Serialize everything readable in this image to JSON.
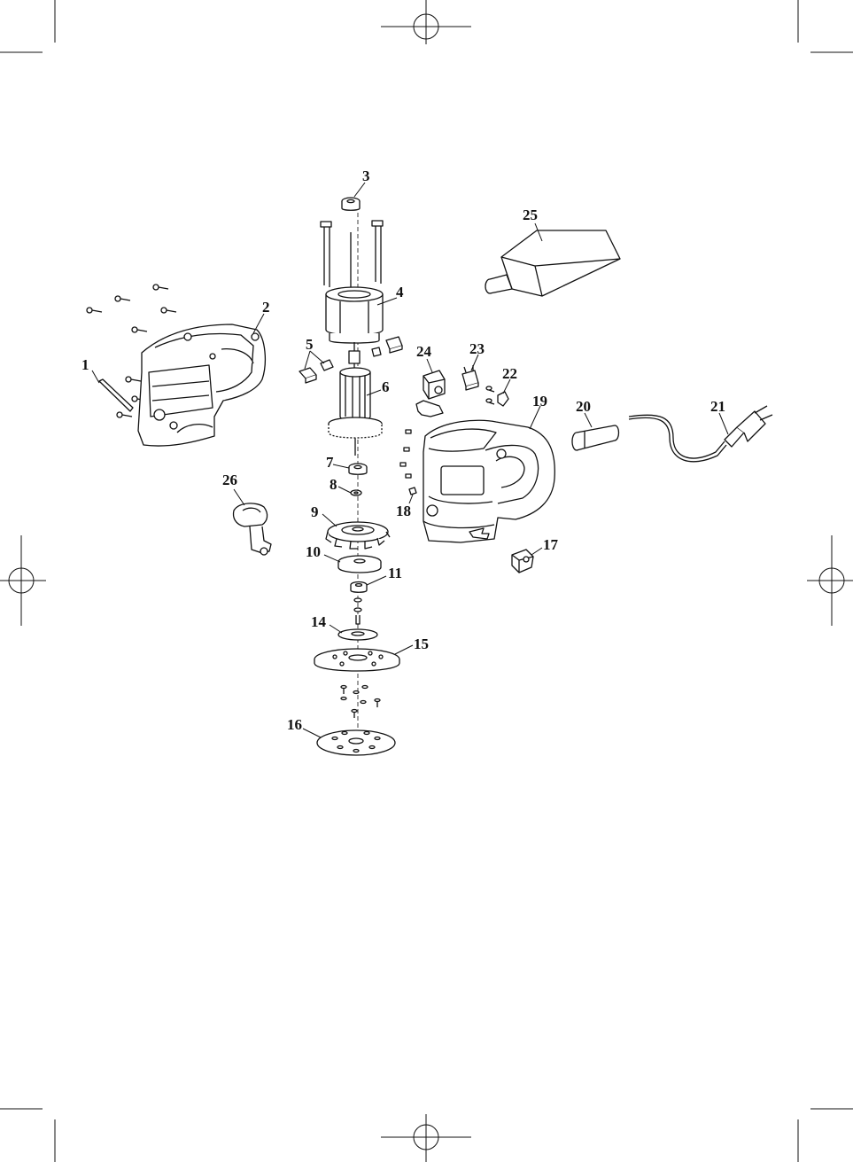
{
  "diagram": {
    "type": "exploded-parts-view",
    "subject": "random orbit sander",
    "line_color": "#111111",
    "fill_color": "#ffffff",
    "part_numbers": [
      "1",
      "2",
      "3",
      "4",
      "5",
      "6",
      "7",
      "8",
      "9",
      "10",
      "11",
      "14",
      "15",
      "16",
      "17",
      "18",
      "19",
      "20",
      "21",
      "22",
      "23",
      "24",
      "25",
      "26"
    ],
    "parts": [
      {
        "number": "1",
        "depicts": "housing screw"
      },
      {
        "number": "2",
        "depicts": "left housing half"
      },
      {
        "number": "3",
        "depicts": "bearing"
      },
      {
        "number": "4",
        "depicts": "stator"
      },
      {
        "number": "5",
        "depicts": "carbon brushes"
      },
      {
        "number": "6",
        "depicts": "armature"
      },
      {
        "number": "7",
        "depicts": "bearing"
      },
      {
        "number": "8",
        "depicts": "washer"
      },
      {
        "number": "9",
        "depicts": "fan"
      },
      {
        "number": "10",
        "depicts": "counterweight"
      },
      {
        "number": "11",
        "depicts": "bearing"
      },
      {
        "number": "14",
        "depicts": "brake ring"
      },
      {
        "number": "15",
        "depicts": "backing pad"
      },
      {
        "number": "16",
        "depicts": "sanding disc"
      },
      {
        "number": "17",
        "depicts": "dust port adapter"
      },
      {
        "number": "18",
        "depicts": "pin"
      },
      {
        "number": "19",
        "depicts": "right housing half"
      },
      {
        "number": "20",
        "depicts": "cord protector"
      },
      {
        "number": "21",
        "depicts": "power cord with plug"
      },
      {
        "number": "22",
        "depicts": "cord clamp"
      },
      {
        "number": "23",
        "depicts": "capacitor"
      },
      {
        "number": "24",
        "depicts": "switch"
      },
      {
        "number": "25",
        "depicts": "dust bag"
      },
      {
        "number": "26",
        "depicts": "side handle"
      }
    ]
  }
}
